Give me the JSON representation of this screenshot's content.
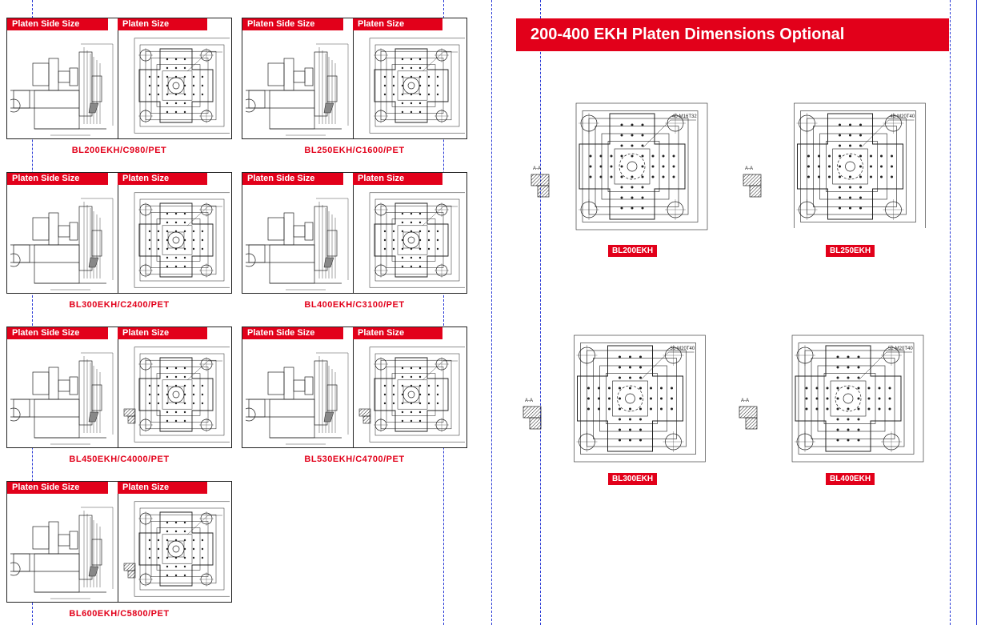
{
  "left_page": {
    "side_tag": "Platen Side Size",
    "plate_tag": "Platen Size",
    "models": [
      {
        "name": "BL200EKH/C980/PET"
      },
      {
        "name": "BL250EKH/C1600/PET"
      },
      {
        "name": "BL300EKH/C2400/PET"
      },
      {
        "name": "BL400EKH/C3100/PET"
      },
      {
        "name": "BL450EKH/C4000/PET"
      },
      {
        "name": "BL530EKH/C4700/PET"
      },
      {
        "name": "BL600EKH/C5800/PET"
      }
    ]
  },
  "right_page": {
    "title": "200-400 EKH Platen Dimensions Optional",
    "drawings": [
      {
        "label": "BL200EKH",
        "hole_note": "40-M16T32",
        "section": "A-A"
      },
      {
        "label": "BL250EKH",
        "hole_note": "48-M20T40",
        "section": "A-A"
      },
      {
        "label": "BL300EKH",
        "hole_note": "36-M20T40",
        "section": "A-A"
      },
      {
        "label": "BL400EKH",
        "hole_note": "52-M20T40",
        "section": "A-A"
      }
    ]
  },
  "colors": {
    "brand_red": "#e2001a",
    "guide_blue": "#2b3bd6",
    "line": "#222222"
  }
}
